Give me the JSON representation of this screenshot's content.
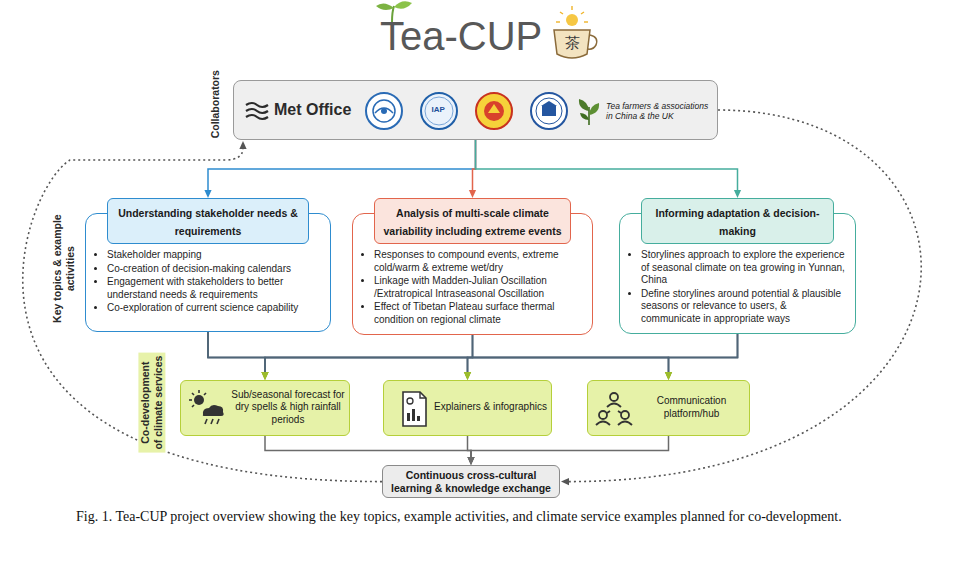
{
  "diagram": {
    "title": "Tea-CUP",
    "caption": "Fig. 1. Tea-CUP project overview showing the key topics, example activities, and climate service examples planned for co-development.",
    "nodes": [
      {
        "text": [
          "Met Office",
          "Tea farmers & associations in China & the UK"
        ]
      },
      {
        "text": [
          "Understanding stakeholder needs & requirements",
          "Stakeholder mapping",
          "Co-creation of decision-making calendars",
          "Engagement with stakeholders to better understand needs & requirements",
          "Co-exploration of current science capability"
        ]
      },
      {
        "text": [
          "Analysis of multi-scale climate variability including extreme events",
          "Responses to compound events, extreme cold/warm & extreme wet/dry",
          "Linkage with Madden-Julian Oscillation /Extratropical Intraseasonal Oscillation",
          "Effect of Tibetan Plateau surface thermal condition on regional climate"
        ]
      },
      {
        "text": [
          "Informing adaptation & decision-making",
          "Storylines approach to explore the experience of seasonal climate on tea growing in Yunnan, China",
          "Define storylines around potential & plausible seasons or relevance to users, & communicate in appropriate ways"
        ]
      },
      {
        "text": [
          "Sub/seasonal forecast for dry spells & high rainfall periods"
        ]
      },
      {
        "text": [
          "Explainers & infographics"
        ]
      },
      {
        "text": [
          "Communication platform/hub"
        ]
      },
      {
        "text": [
          "Continuous cross-cultural learning & knowledge exchange"
        ]
      }
    ],
    "edges": [
      {
        "from": 0,
        "to": 1,
        "arrow": "to"
      },
      {
        "from": 0,
        "to": 2,
        "arrow": "to"
      },
      {
        "from": 0,
        "to": 3,
        "arrow": "to"
      },
      {
        "from": 1,
        "to": 4,
        "arrow": "to"
      },
      {
        "from": 1,
        "to": 5,
        "arrow": "to"
      },
      {
        "from": 1,
        "to": 6,
        "arrow": "to"
      },
      {
        "from": 2,
        "to": 4,
        "arrow": "to"
      },
      {
        "from": 2,
        "to": 5,
        "arrow": "to"
      },
      {
        "from": 2,
        "to": 6,
        "arrow": "to"
      },
      {
        "from": 3,
        "to": 4,
        "arrow": "to"
      },
      {
        "from": 3,
        "to": 5,
        "arrow": "to"
      },
      {
        "from": 3,
        "to": 6,
        "arrow": "to"
      },
      {
        "from": 4,
        "to": 7,
        "arrow": "to"
      },
      {
        "from": 5,
        "to": 7,
        "arrow": "to"
      },
      {
        "from": 6,
        "to": 7,
        "arrow": "to"
      },
      {
        "from": 0,
        "to": 7,
        "arrow": "to"
      },
      {
        "from": 7,
        "to": 0,
        "arrow": "to"
      }
    ],
    "labels": [
      "茶",
      "Collaborators",
      "IAP",
      "Key topics & example activities",
      "Co-development of climate services"
    ]
  }
}
